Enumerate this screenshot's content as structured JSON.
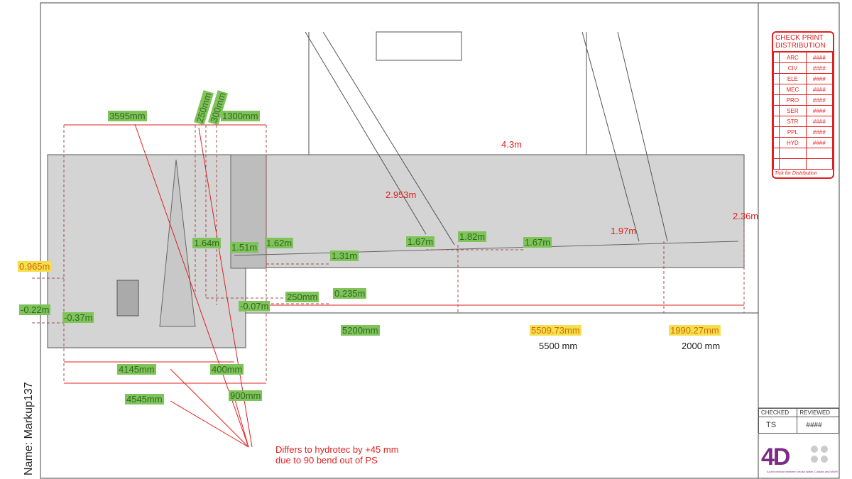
{
  "drawing": {
    "markup_name": "Name: Markup137",
    "dimensions_green": [
      "3595mm",
      "250mm",
      "300mm",
      "1300mm",
      "1.64m",
      "1.51m",
      "1.62m",
      "1.31m",
      "250mm",
      "0.235m",
      "-0.07m",
      "-0.22m",
      "-0.37m",
      "5200mm",
      "4145mm",
      "400mm",
      "4545mm",
      "900mm",
      "1.67m",
      "1.82m",
      "1.67m"
    ],
    "dimensions_yellow": [
      "0.965m",
      "5509.73mm",
      "1990.27mm"
    ],
    "levels_red": [
      "4.3m",
      "2.953m",
      "1.97m",
      "2.36m",
      "5500 mm",
      "2000 mm"
    ],
    "note": [
      "Differs to hydrotec by +45 mm",
      "due to 90 bend out of PS"
    ]
  },
  "check_print": {
    "title": "CHECK PRINT DISTRIBUTION",
    "rows": [
      {
        "code": "ARC",
        "value": "####"
      },
      {
        "code": "CIV",
        "value": "####"
      },
      {
        "code": "ELE",
        "value": "####"
      },
      {
        "code": "MEC",
        "value": "####"
      },
      {
        "code": "PRO",
        "value": "####"
      },
      {
        "code": "SER",
        "value": "####"
      },
      {
        "code": "STR",
        "value": "####"
      },
      {
        "code": "PPL",
        "value": "####"
      },
      {
        "code": "HYD",
        "value": "####"
      }
    ],
    "footer": "Tick for Distribution"
  },
  "title_block": {
    "checked_label": "CHECKED",
    "reviewed_label": "REVIEWED",
    "checked_value": "TS",
    "reviewed_value": "####",
    "logo": "4D",
    "tagline": "A joint venture between Veolia Water, Costain and MWH"
  },
  "colors": {
    "markup_red": "#e02020",
    "green": "#7fc35a",
    "yellow": "#f4e04a",
    "logo": "#7b2a86"
  }
}
